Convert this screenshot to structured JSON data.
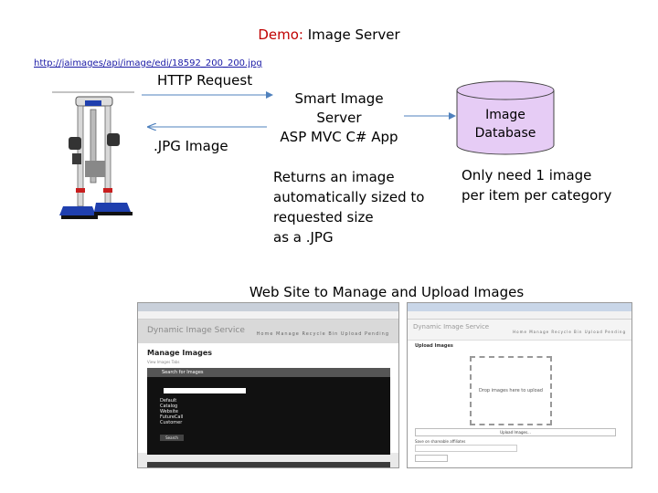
{
  "title": {
    "prefix": "Demo:",
    "rest": " Image Server"
  },
  "url": "http://jaimages/api/image/edi/18592_200_200.jpg",
  "http_request": "HTTP Request",
  "jpg_image": ".JPG Image",
  "smart_server": {
    "line1": "Smart Image",
    "line2": "Server",
    "line3": "ASP MVC C# App"
  },
  "database": {
    "line1": "Image",
    "line2": "Database"
  },
  "returns": {
    "line1": "Returns an image",
    "line2": "automatically sized to",
    "line3": "requested size",
    "line4": "as a .JPG"
  },
  "only": {
    "line1": "Only need 1 image",
    "line2": "per item per category"
  },
  "manage_caption": "Web Site to Manage and Upload Images",
  "colors": {
    "accent": "#c00000",
    "link": "#1a1aa6",
    "arrow": "#4f81bd",
    "db_fill": "#e6ccf5"
  },
  "screenshot_manage": {
    "brand": "Dynamic Image Service",
    "nav": "Home   Manage   Recycle Bin   Upload   Pending",
    "heading": "Manage Images",
    "subheading": "View Images Tabs",
    "panel_title": "Search for Images",
    "categories": [
      "Default",
      "Catalog",
      "Website",
      "FutureCall",
      "Customer"
    ],
    "button": "Search"
  },
  "screenshot_upload": {
    "brand": "Dynamic Image Service",
    "nav": "Home   Manage   Recycle Bin   Upload   Pending",
    "heading": "Upload Images",
    "drop_text": "Drop images here to upload",
    "upload_label": "Upload Images...",
    "caption": "Save on shareable affiliates"
  }
}
